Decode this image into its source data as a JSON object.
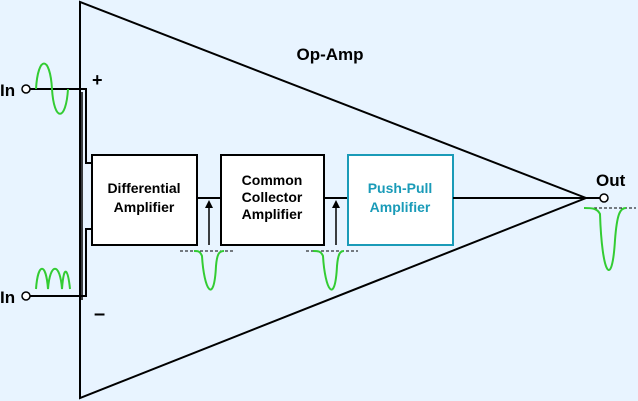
{
  "diagram": {
    "title": "Op-Amp",
    "inputs": {
      "plus_label": "In",
      "minus_label": "In",
      "plus_sign": "+",
      "minus_sign": "–"
    },
    "output_label": "Out",
    "blocks": [
      {
        "line1": "Differential",
        "line2": "Amplifier",
        "line3": ""
      },
      {
        "line1": "Common",
        "line2": "Collector",
        "line3": "Amplifier"
      },
      {
        "line1": "Push-Pull",
        "line2": "Amplifier",
        "line3": ""
      }
    ],
    "colors": {
      "background": "#e8f4ff",
      "outline": "#000000",
      "highlight_block": "#1a9bb8",
      "waveform": "#33cc33"
    }
  }
}
